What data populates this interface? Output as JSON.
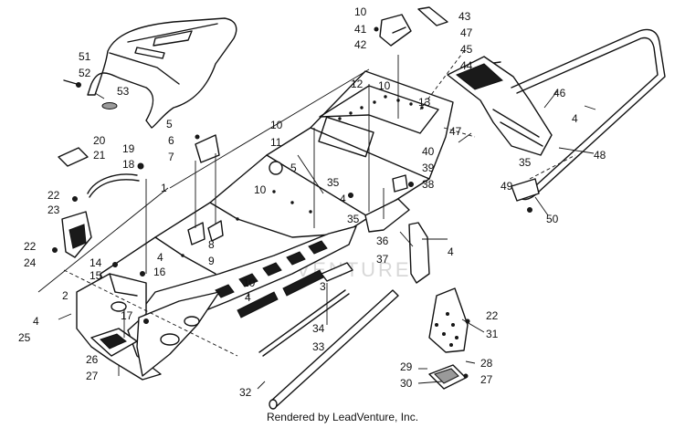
{
  "watermark": "LEADVENTURE",
  "footer": "Rendered by LeadVenture, Inc.",
  "callouts": [
    "1",
    "2",
    "3",
    "4",
    "5",
    "6",
    "7",
    "8",
    "9",
    "10",
    "11",
    "12",
    "13",
    "14",
    "15",
    "16",
    "17",
    "18",
    "19",
    "20",
    "21",
    "22",
    "23",
    "24",
    "25",
    "26",
    "27",
    "28",
    "29",
    "30",
    "31",
    "32",
    "33",
    "34",
    "35",
    "36",
    "37",
    "38",
    "39",
    "40",
    "41",
    "42",
    "43",
    "44",
    "45",
    "46",
    "47",
    "48",
    "49",
    "50",
    "51",
    "52",
    "53"
  ]
}
